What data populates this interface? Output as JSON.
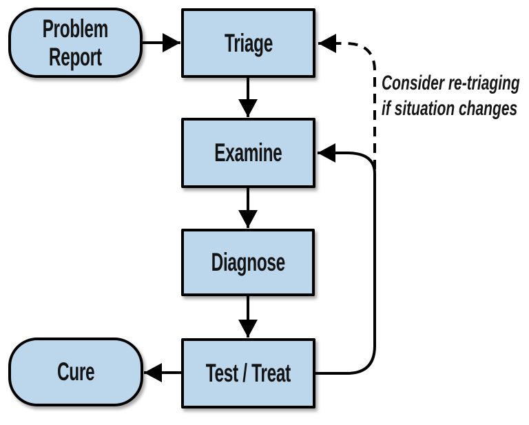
{
  "flowchart": {
    "nodes": {
      "problem_report": {
        "line1": "Problem",
        "line2": "Report",
        "shape": "rounded"
      },
      "triage": {
        "label": "Triage",
        "shape": "rectangle"
      },
      "examine": {
        "label": "Examine",
        "shape": "rectangle"
      },
      "diagnose": {
        "label": "Diagnose",
        "shape": "rectangle"
      },
      "test_treat": {
        "label": "Test / Treat",
        "shape": "rectangle"
      },
      "cure": {
        "line1": "Cure",
        "shape": "rounded"
      }
    },
    "annotation": {
      "line1": "Consider re-triaging",
      "line2": "if situation changes"
    },
    "edges": [
      {
        "from": "problem_report",
        "to": "triage",
        "style": "solid-arrow"
      },
      {
        "from": "triage",
        "to": "examine",
        "style": "solid-arrow"
      },
      {
        "from": "examine",
        "to": "diagnose",
        "style": "solid-arrow"
      },
      {
        "from": "diagnose",
        "to": "test_treat",
        "style": "solid-arrow"
      },
      {
        "from": "test_treat",
        "to": "cure",
        "style": "solid-arrow"
      },
      {
        "from": "test_treat",
        "to": "examine",
        "style": "solid-curved-arrow"
      },
      {
        "from": "test_treat",
        "to": "triage",
        "style": "dashed-curved-arrow",
        "label": "Consider re-triaging if situation changes"
      }
    ],
    "colors": {
      "node_fill": "#BCD6EC",
      "node_border": "#000000",
      "connector": "#000000",
      "text": "#131313",
      "background": "#FFFFFF"
    }
  }
}
